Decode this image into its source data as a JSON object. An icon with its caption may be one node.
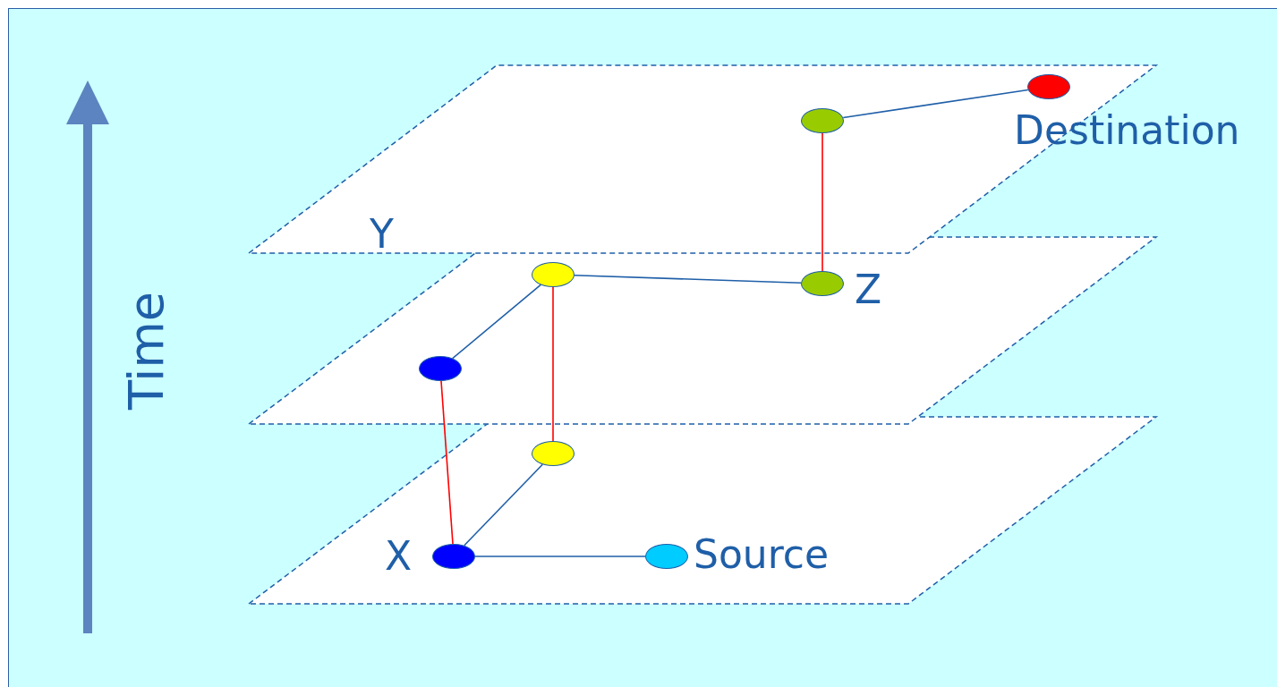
{
  "diagram": {
    "nodes": [
      {
        "text": [],
        "shape": "circle",
        "beside": [
          "Destination"
        ]
      },
      {
        "text": [],
        "shape": "circle"
      },
      {
        "text": [],
        "shape": "circle",
        "beside": [
          "Y"
        ]
      },
      {
        "text": [],
        "shape": "circle",
        "beside": [
          "Z"
        ]
      },
      {
        "text": [],
        "shape": "circle"
      },
      {
        "text": [],
        "shape": "circle"
      },
      {
        "text": [],
        "shape": "circle",
        "beside": [
          "X"
        ]
      },
      {
        "text": [],
        "shape": "circle",
        "beside": [
          "Source"
        ]
      }
    ],
    "edges": [
      {
        "from": 7,
        "to": 6,
        "arrow": "none"
      },
      {
        "from": 6,
        "to": 5,
        "arrow": "none"
      },
      {
        "from": 6,
        "to": 4,
        "arrow": "none",
        "color": "#ff0000"
      },
      {
        "from": 5,
        "to": 2,
        "arrow": "none",
        "color": "#ff0000"
      },
      {
        "from": 4,
        "to": 2,
        "arrow": "none"
      },
      {
        "from": 2,
        "to": 3,
        "arrow": "none"
      },
      {
        "from": 3,
        "to": 1,
        "arrow": "none",
        "color": "#ff0000"
      },
      {
        "from": 1,
        "to": 0,
        "arrow": "none"
      }
    ],
    "labels": [
      "Time"
    ]
  }
}
